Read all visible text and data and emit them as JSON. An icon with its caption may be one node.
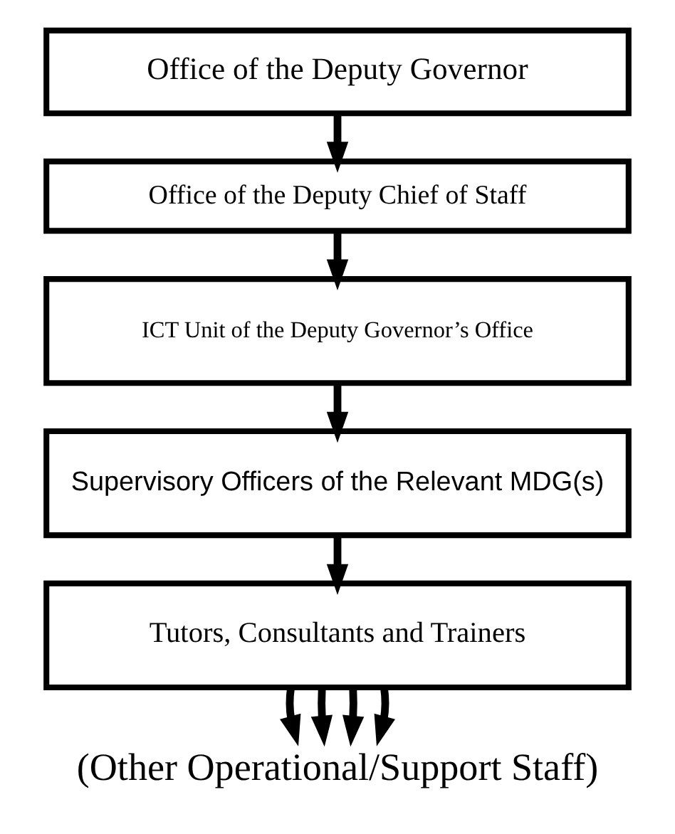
{
  "diagram": {
    "nodes": [
      {
        "text": [
          "Office of the Deputy Governor"
        ]
      },
      {
        "text": [
          "Office of the Deputy Chief of Staff"
        ]
      },
      {
        "text": [
          "ICT Unit of the Deputy Governor’s Office"
        ]
      },
      {
        "text": [
          "Supervisory Officers of the Relevant MDG(s)"
        ]
      },
      {
        "text": [
          "Tutors, Consultants and Trainers"
        ]
      },
      {
        "text": [
          "(Other Operational/Support Staff)"
        ]
      }
    ],
    "edges": [
      {
        "from": 0,
        "to": 1,
        "arrow": "to"
      },
      {
        "from": 1,
        "to": 2,
        "arrow": "to"
      },
      {
        "from": 2,
        "to": 3,
        "arrow": "to"
      },
      {
        "from": 3,
        "to": 4,
        "arrow": "to"
      },
      {
        "from": 4,
        "to": 5,
        "arrow": "to"
      },
      {
        "from": 4,
        "to": 5,
        "arrow": "to"
      },
      {
        "from": 4,
        "to": 5,
        "arrow": "to"
      },
      {
        "from": 4,
        "to": 5,
        "arrow": "to"
      }
    ]
  }
}
